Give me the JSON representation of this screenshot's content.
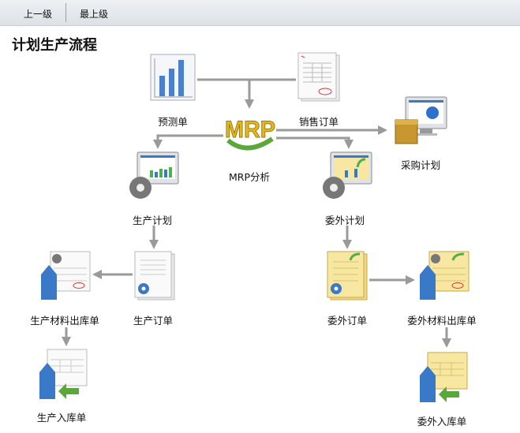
{
  "toolbar": {
    "up_label": "上一级",
    "top_label": "最上级"
  },
  "page_title": "计划生产流程",
  "nodes": {
    "forecast": "预测单",
    "sales_order": "销售订单",
    "mrp": "MRP分析",
    "mrp_logo": "MRP",
    "purchase_plan": "采购计划",
    "production_plan": "生产计划",
    "outsource_plan": "委外计划",
    "production_order": "生产订单",
    "production_material_out": "生产材料出库单",
    "production_in": "生产入库单",
    "outsource_order": "委外订单",
    "outsource_material_out": "委外材料出库单",
    "outsource_in": "委外入库单"
  },
  "colors": {
    "line": "#9a9a9a",
    "accent_blue": "#3a78c8",
    "mrp_gold": "#e2b91c",
    "doc_yellow": "#f7e7a0"
  }
}
